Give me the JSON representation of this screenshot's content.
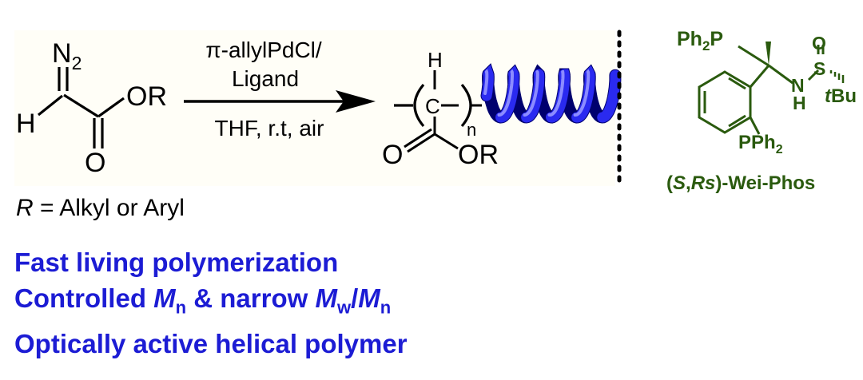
{
  "reactant": {
    "n2": "N",
    "n2_sub": "2",
    "h": "H",
    "or": "OR",
    "o": "O"
  },
  "conditions": {
    "catalyst": "π-allylPdCl/",
    "ligand": "Ligand",
    "solvent": "THF, r.t, air"
  },
  "product": {
    "h": "H",
    "c": "C",
    "n": "n",
    "o": "O",
    "or": "OR"
  },
  "r_definition": {
    "r": "R",
    "rest": " = Alkyl or Aryl"
  },
  "features": {
    "line1": "Fast living polymerization",
    "line2_a": "Controlled ",
    "line2_M": "M",
    "line2_n": "n",
    "line2_b": " & narrow ",
    "line2_Mw": "M",
    "line2_w": "w",
    "line2_slash": "/",
    "line2_Mn": "M",
    "line2_n2": "n",
    "line3": "Optically active helical polymer"
  },
  "ligand_structure": {
    "ph2p": "Ph",
    "ph2p_sub": "2",
    "ph2p_p": "P",
    "o": "O",
    "s": "S",
    "n": "N",
    "h": "H",
    "tbu_t": "t",
    "tbu": "Bu",
    "pph2": "PPh",
    "pph2_sub": "2",
    "name_open": "(",
    "name_S": "S",
    "name_comma": ",",
    "name_Rs": "Rs",
    "name_rest": ")-Wei-Phos"
  },
  "colors": {
    "text": "#000000",
    "feature_blue": "#1c1cd4",
    "ligand_green": "#2a5a0e",
    "helix_blue": "#1a1ae0"
  }
}
